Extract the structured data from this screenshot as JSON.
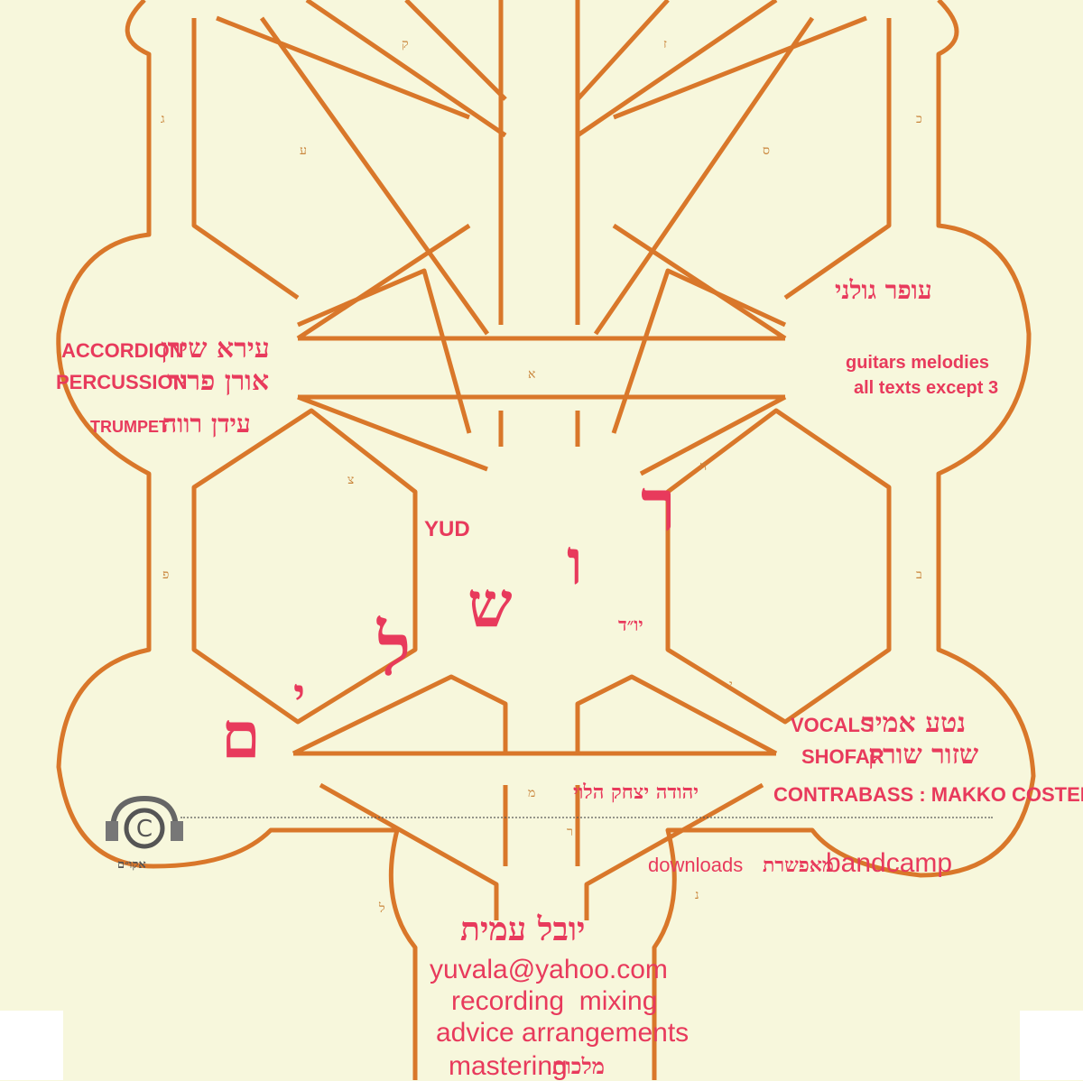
{
  "credits": {
    "left": [
      {
        "role": "ACCORDION",
        "name": "עירא שירן"
      },
      {
        "role": "PERCUSSION",
        "name": "אורן פריד"
      },
      {
        "role": "TRUMPET",
        "name": "עידן רווה"
      }
    ],
    "right_name": "עופר גולני",
    "right_roles": [
      "guitars melodies",
      "all texts  except 3"
    ],
    "bottom_right": [
      {
        "role": "VOCALS",
        "name": "נטע אמיר"
      },
      {
        "role": "SHOFAR",
        "name": "שזור שורק"
      },
      {
        "role": "CONTRABASS : MAKKO COSTER",
        "name": "יהודה יצחק הלוי"
      }
    ],
    "downloads": {
      "en": "downloads",
      "he": "מאפשרת",
      "brand": "bandcamp"
    }
  },
  "center": {
    "yud_label": "YUD",
    "letters": [
      "ר",
      "ו",
      "ש",
      "ל",
      "י",
      "ם"
    ],
    "small_label": "יו״ד"
  },
  "producer": {
    "name": "יובל עמית",
    "email": "yuvala@yahoo.com",
    "services": [
      "recording  mixing",
      "advice arrangements",
      "mastering"
    ],
    "services_he": "מלכות"
  },
  "logo": {
    "icon": "copyright-headphones-icon",
    "caption": "אקו״ם"
  },
  "sefirot_letters": [
    "ג",
    "ע",
    "ק",
    "ז",
    "כ",
    "ס",
    "א",
    "ח",
    "צ",
    "פ",
    "ב",
    "י",
    "מ",
    "ר",
    "ל",
    "נ"
  ],
  "colors": {
    "background": "#f7f7dc",
    "line": "#d9772a",
    "text": "#e83a5c"
  }
}
